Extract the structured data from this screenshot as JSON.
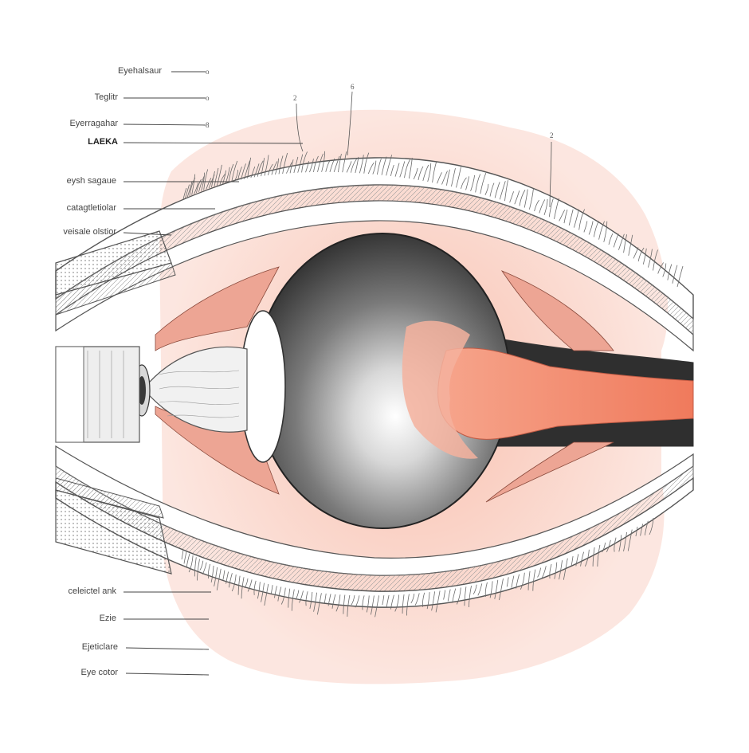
{
  "labels_left_upper": [
    {
      "text": "Eyehalsaur",
      "marker": "o"
    },
    {
      "text": "Teglitr",
      "marker": "o"
    },
    {
      "text": "Eyerragahar",
      "marker": "8"
    },
    {
      "text": "LAEKA",
      "marker": ""
    },
    {
      "text": "eysh sagaue",
      "marker": ""
    },
    {
      "text": "catagtletiolar",
      "marker": ""
    },
    {
      "text": "veisale olstior",
      "marker": ""
    }
  ],
  "labels_left_lower": [
    {
      "text": "celeictel ank"
    },
    {
      "text": "Ezie"
    },
    {
      "text": "Ejeticlare"
    },
    {
      "text": "Eye cotor"
    }
  ],
  "top_numbers": [
    "2",
    "6",
    "2"
  ],
  "colors": {
    "wash": "#f6b8a6",
    "muscle": "#eda594",
    "nerve": "#f28f74",
    "eyeball_dark": "#3a3a3a",
    "line": "#555555"
  }
}
